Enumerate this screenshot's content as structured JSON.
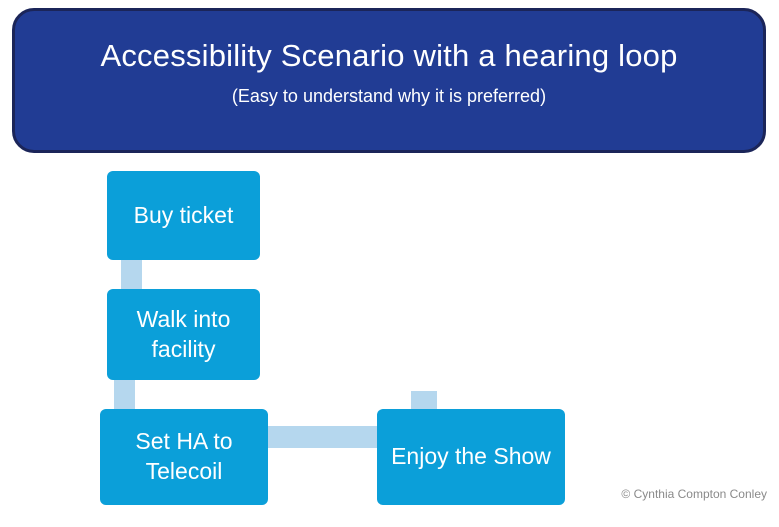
{
  "header": {
    "title": "Accessibility Scenario with a hearing loop",
    "subtitle": "(Easy to understand why it is preferred)"
  },
  "flow": {
    "type": "step-down-process",
    "steps": [
      {
        "label": "Buy ticket"
      },
      {
        "label": "Walk into facility"
      },
      {
        "label": "Set HA to Telecoil"
      },
      {
        "label": "Enjoy the Show"
      }
    ],
    "connectors": [
      {
        "from": 0,
        "to": 1,
        "direction": "down"
      },
      {
        "from": 1,
        "to": 2,
        "direction": "down"
      },
      {
        "from": 2,
        "to": 3,
        "direction": "right"
      }
    ]
  },
  "footer": {
    "copyright": "© Cynthia Compton Conley"
  },
  "colors": {
    "banner_fill": "#213C94",
    "banner_border": "#1B2559",
    "step_fill": "#0B9FD9",
    "connector_fill": "#B5D7EE",
    "text_on_blue": "#FFFFFF",
    "copyright_text": "#8A8A8A",
    "background": "#FFFFFF"
  }
}
